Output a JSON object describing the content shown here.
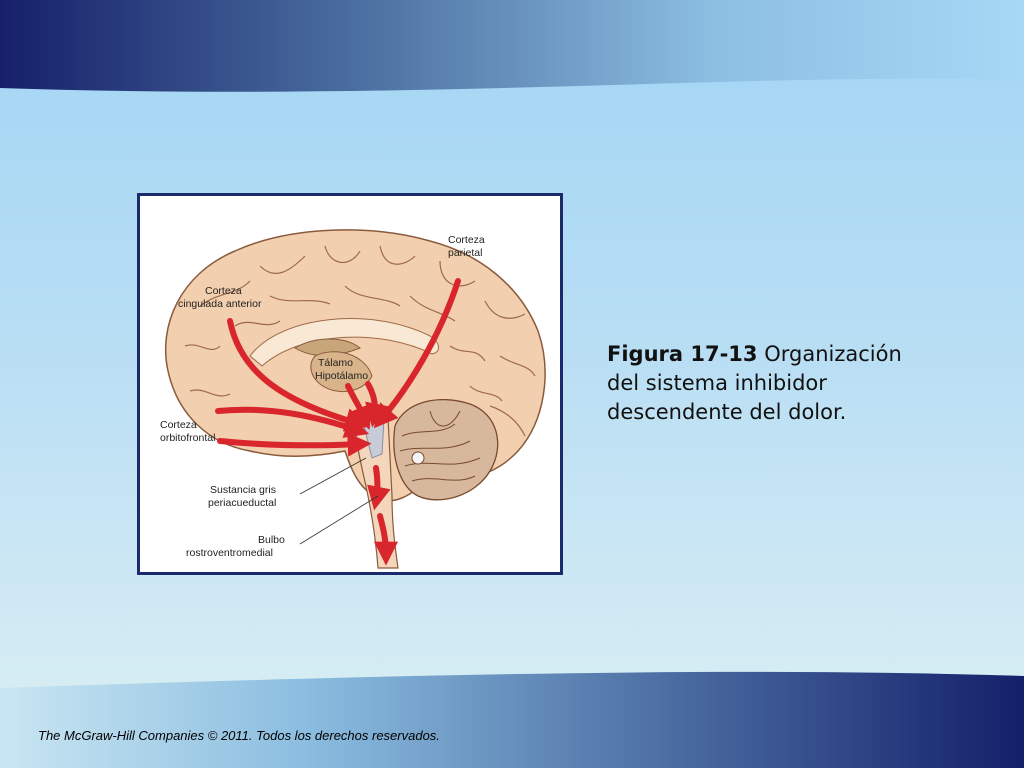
{
  "slide": {
    "colors": {
      "band_dark": "#16206a",
      "band_light": "#a7d8f5",
      "frame_border": "#1b2a6b",
      "brain_fill": "#f2cfae",
      "arrow_red": "#d9262c"
    }
  },
  "figure": {
    "labels": {
      "corteza_parietal_1": "Corteza",
      "corteza_parietal_2": "parietal",
      "cingulada_1": "Corteza",
      "cingulada_2": "cingulada anterior",
      "talamo": "Tálamo",
      "hipotalamo": "Hipotálamo",
      "orbitofrontal_1": "Corteza",
      "orbitofrontal_2": "orbitofrontal",
      "sustancia_1": "Sustancia gris",
      "sustancia_2": "periacueductal",
      "bulbo_1": "Bulbo",
      "bulbo_2": "rostroventromedial"
    },
    "icons": [
      "brain-sagittal-illustration",
      "red-arrow"
    ]
  },
  "caption": {
    "number": "Figura 17-13",
    "text": " Organización del sistema inhibidor descendente del dolor."
  },
  "footer": {
    "text": "The McGraw-Hill Companies © 2011. Todos los derechos reservados."
  }
}
